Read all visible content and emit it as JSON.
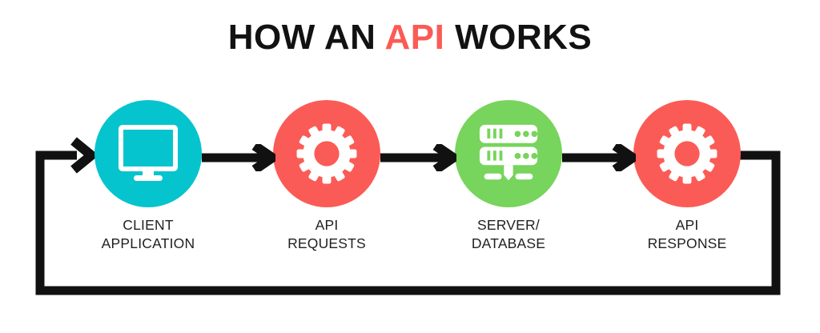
{
  "title": {
    "text_before": "HOW AN ",
    "accent": "API",
    "text_after": " WORKS",
    "full": "HOW AN API WORKS"
  },
  "colors": {
    "background": "#FFFFFF",
    "title_text": "#121212",
    "accent_coral": "#FB5B56",
    "client_cyan": "#06C4CE",
    "server_green": "#77D45C",
    "arrow_black": "#111111",
    "label_text": "#231F20",
    "icon_white": "#FFFFFF"
  },
  "flow": {
    "steps": [
      {
        "id": "client-application",
        "label_line1": "CLIENT",
        "label_line2": "APPLICATION",
        "icon": "monitor-icon",
        "circle_color": "#06C4CE"
      },
      {
        "id": "api-requests",
        "label_line1": "API",
        "label_line2": "REQUESTS",
        "icon": "gear-icon",
        "circle_color": "#FB5B56"
      },
      {
        "id": "server-database",
        "label_line1": "SERVER/",
        "label_line2": "DATABASE",
        "icon": "server-rack-icon",
        "circle_color": "#77D45C"
      },
      {
        "id": "api-response",
        "label_line1": "API",
        "label_line2": "RESPONSE",
        "icon": "gear-icon",
        "circle_color": "#FB5B56"
      }
    ],
    "connectors": [
      {
        "id": "arrow-client-to-requests",
        "direction": "right"
      },
      {
        "id": "arrow-requests-to-server",
        "direction": "right"
      },
      {
        "id": "arrow-server-to-response",
        "direction": "right"
      }
    ],
    "feedback_loop": {
      "id": "response-back-to-client",
      "description": "loop from API response around the bottom back to client application",
      "direction": "right-arrowhead-into-client"
    }
  }
}
